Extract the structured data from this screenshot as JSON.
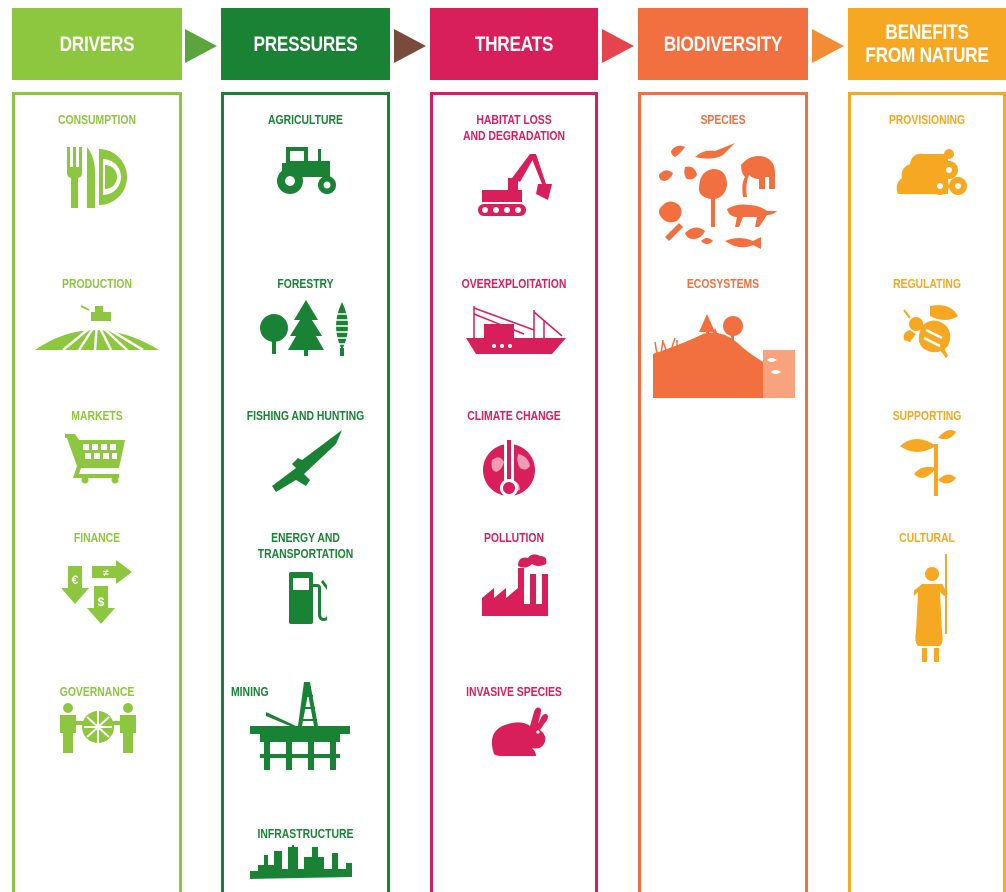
{
  "colors": {
    "drivers": "#8dc63f",
    "pressures": "#1a8235",
    "threats": "#d81e5b",
    "biodiversity": "#f26f40",
    "benefits": "#f7a823"
  },
  "columns": {
    "drivers": {
      "title": "DRIVERS",
      "items": [
        {
          "label": "CONSUMPTION",
          "icon": "fork-knife-plate-icon"
        },
        {
          "label": "PRODUCTION",
          "icon": "farm-field-icon"
        },
        {
          "label": "MARKETS",
          "icon": "shopping-cart-icon"
        },
        {
          "label": "FINANCE",
          "icon": "currency-arrows-icon"
        },
        {
          "label": "GOVERNANCE",
          "icon": "people-globe-icon"
        }
      ]
    },
    "pressures": {
      "title": "PRESSURES",
      "items": [
        {
          "label": "AGRICULTURE",
          "icon": "tractor-icon"
        },
        {
          "label": "FORESTRY",
          "icon": "trees-icon"
        },
        {
          "label": "FISHING AND HUNTING",
          "icon": "rifle-icon"
        },
        {
          "label": "ENERGY AND",
          "label2": "TRANSPORTATION",
          "icon": "fuel-pump-icon"
        },
        {
          "label": "MINING",
          "icon": "oil-rig-icon"
        },
        {
          "label": "INFRASTRUCTURE",
          "icon": "city-skyline-icon"
        }
      ]
    },
    "threats": {
      "title": "THREATS",
      "items": [
        {
          "label": "HABITAT LOSS",
          "label2": "AND DEGRADATION",
          "icon": "excavator-icon"
        },
        {
          "label": "OVEREXPLOITATION",
          "icon": "fishing-boat-icon"
        },
        {
          "label": "CLIMATE CHANGE",
          "icon": "globe-thermometer-icon"
        },
        {
          "label": "POLLUTION",
          "icon": "factory-icon"
        },
        {
          "label": "INVASIVE SPECIES",
          "icon": "rabbit-icon"
        }
      ]
    },
    "biodiversity": {
      "title": "BIODIVERSITY",
      "items": [
        {
          "label": "SPECIES",
          "icon": "animals-species-icon"
        },
        {
          "label": "ECOSYSTEMS",
          "icon": "ecosystem-landscape-icon"
        }
      ]
    },
    "benefits": {
      "title": "BENEFITS",
      "title2": "FROM NATURE",
      "items": [
        {
          "label": "PROVISIONING",
          "icon": "log-pile-icon"
        },
        {
          "label": "REGULATING",
          "icon": "bee-icon"
        },
        {
          "label": "SUPPORTING",
          "icon": "plant-seedling-icon"
        },
        {
          "label": "CULTURAL",
          "icon": "traditional-person-icon"
        }
      ]
    }
  }
}
